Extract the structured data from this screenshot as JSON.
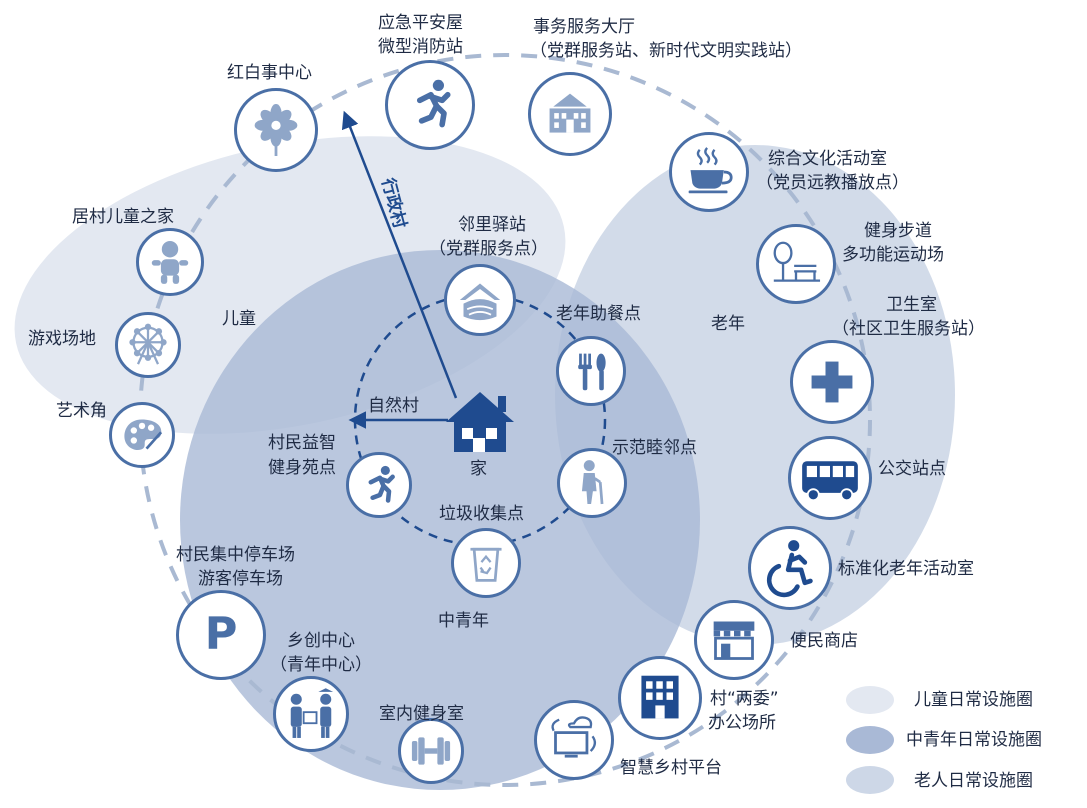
{
  "zones": {
    "children": "儿童",
    "youth": "中青年",
    "elderly": "老年"
  },
  "center": {
    "home": "家",
    "natural_village": "自然村",
    "admin_village": "行政村"
  },
  "facilities": {
    "emergency": [
      "应急平安屋",
      "微型消防站"
    ],
    "service_hall": [
      "事务服务大厅",
      "（党群服务站、新时代文明实践站）"
    ],
    "wedding": "红白事中心",
    "children_home": "居村儿童之家",
    "playground": "游戏场地",
    "art": "艺术角",
    "neighbor_station": [
      "邻里驿站",
      "（党群服务点）"
    ],
    "senior_meal": "老年助餐点",
    "demo_neighbor": "示范睦邻点",
    "fitness_garden": [
      "村民益智",
      "健身苑点"
    ],
    "garbage": "垃圾收集点",
    "culture_room": [
      "综合文化活动室",
      "（党员远教播放点）"
    ],
    "fitness_trail": [
      "健身步道",
      "多功能运动场"
    ],
    "clinic": [
      "卫生室",
      "（社区卫生服务站）"
    ],
    "bus": "公交站点",
    "senior_center": "标准化老年活动室",
    "store": "便民商店",
    "committee": [
      "村“两委”",
      "办公场所"
    ],
    "smart_platform": "智慧乡村平台",
    "indoor_gym": "室内健身室",
    "innovation": [
      "乡创中心",
      "（青年中心）"
    ],
    "parking": [
      "村民集中停车场",
      "游客停车场"
    ]
  },
  "legend": [
    {
      "label": "儿童日常设施圈",
      "color": "#e3e8f1"
    },
    {
      "label": "中青年日常设施圈",
      "color": "#a9b9d6"
    },
    {
      "label": "老人日常设施圈",
      "color": "#cdd7e7"
    }
  ],
  "colors": {
    "accent": "#1f4b8f",
    "icon_stroke": "#4a6fa6",
    "icon_fill": "#8fa6c8",
    "dash": "#a9b9d2"
  },
  "icons": [
    "runner-icon",
    "building-icon",
    "flower-icon",
    "baby-icon",
    "ferris-wheel-icon",
    "palette-icon",
    "house-roof-icon",
    "cutlery-icon",
    "elderly-icon",
    "recycle-icon",
    "teacup-icon",
    "bench-icon",
    "medical-cross-icon",
    "bus-icon",
    "wheelchair-icon",
    "shop-icon",
    "office-building-icon",
    "smart-screen-icon",
    "dumbbell-icon",
    "handover-icon",
    "parking-icon",
    "home-icon"
  ]
}
